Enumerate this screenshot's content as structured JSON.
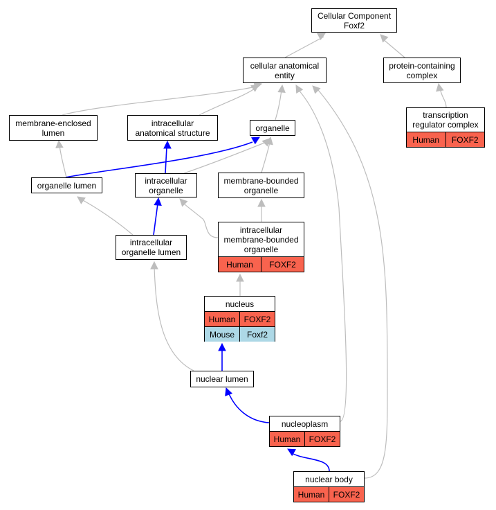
{
  "colors": {
    "gray_edge": "#bdbdbd",
    "blue_edge": "#0000ff",
    "human_row": "#f9634e",
    "mouse_row": "#add8e6"
  },
  "nodes": {
    "root": {
      "label": "Cellular Component\nFoxf2"
    },
    "cae": {
      "label": "cellular anatomical\nentity"
    },
    "pcc": {
      "label": "protein-containing\ncomplex"
    },
    "trc": {
      "label": "transcription\nregulator complex",
      "rows": [
        {
          "species": "Human",
          "gene": "FOXF2"
        }
      ]
    },
    "mel": {
      "label": "membrane-enclosed\nlumen"
    },
    "ias": {
      "label": "intracellular\nanatomical structure"
    },
    "org": {
      "label": "organelle"
    },
    "orglumen": {
      "label": "organelle lumen"
    },
    "ico": {
      "label": "intracellular\norganelle"
    },
    "mbo": {
      "label": "membrane-bounded\norganelle"
    },
    "iol": {
      "label": "intracellular\norganelle lumen"
    },
    "imbo": {
      "label": "intracellular\nmembrane-bounded\norganelle",
      "rows": [
        {
          "species": "Human",
          "gene": "FOXF2"
        }
      ]
    },
    "nucleus": {
      "label": "nucleus",
      "rows": [
        {
          "species": "Human",
          "gene": "FOXF2"
        },
        {
          "species": "Mouse",
          "gene": "Foxf2"
        }
      ]
    },
    "nl": {
      "label": "nuclear lumen"
    },
    "np": {
      "label": "nucleoplasm",
      "rows": [
        {
          "species": "Human",
          "gene": "FOXF2"
        }
      ]
    },
    "nb": {
      "label": "nuclear body",
      "rows": [
        {
          "species": "Human",
          "gene": "FOXF2"
        }
      ]
    }
  }
}
